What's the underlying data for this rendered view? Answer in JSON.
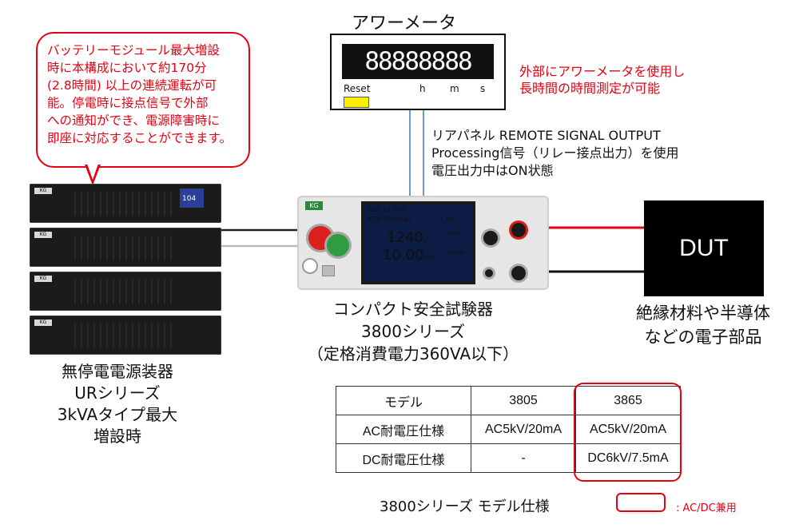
{
  "callout": {
    "lines": [
      "バッテリーモジュール最大増設",
      "時に本構成において約170分",
      "(2.8時間) 以上の連続運転が可",
      "能。停電時に接点信号で外部",
      "への通知ができ、電源障害時に",
      "即座に対応することができます。"
    ]
  },
  "power_meter": {
    "title": "アワーメータ",
    "display": "88888888",
    "reset_label": "Reset",
    "units": [
      "h",
      "m",
      "s"
    ]
  },
  "meter_note": {
    "lines": [
      "外部にアワーメータを使用し",
      "長時間の時間測定が可能"
    ]
  },
  "signal_note": {
    "lines": [
      "リアパネル REMOTE SIGNAL OUTPUT",
      "Processing信号（リレー接点出力）を使用",
      "電圧出力中はON状態"
    ]
  },
  "ups": {
    "logo": "KG",
    "lcd": "104",
    "label_lines": [
      "無停電電源装器",
      "URシリーズ",
      "3kVAタイプ最大増設時"
    ]
  },
  "tester": {
    "logo": "KG",
    "screen": {
      "title": "Test_01-001",
      "mode": "ACW Settings",
      "time": "1.0s",
      "voltage": "1240",
      "voltage_unit": "V",
      "current": "10.00",
      "current_unit": "mA",
      "side_load": "Load",
      "side_results": "Results"
    },
    "label_lines": [
      "コンパクト安全試験器",
      "3800シリーズ",
      "（定格消費電力360VA以下）"
    ]
  },
  "dut": {
    "label": "DUT",
    "desc_lines": [
      "絶縁材料や半導体",
      "などの電子部品"
    ]
  },
  "spec_table": {
    "header": [
      "モデル",
      "3805",
      "3865"
    ],
    "rows": [
      [
        "AC耐電圧仕様",
        "AC5kV/20mA",
        "AC5kV/20mA"
      ],
      [
        "DC耐電圧仕様",
        "-",
        "DC6kV/7.5mA"
      ]
    ],
    "caption": "3800シリーズ モデル仕様",
    "legend": ": AC/DC兼用"
  },
  "colors": {
    "accent_red": "#e60012",
    "signal_line": "#6a9bd1",
    "dut_fill": "#000000"
  }
}
